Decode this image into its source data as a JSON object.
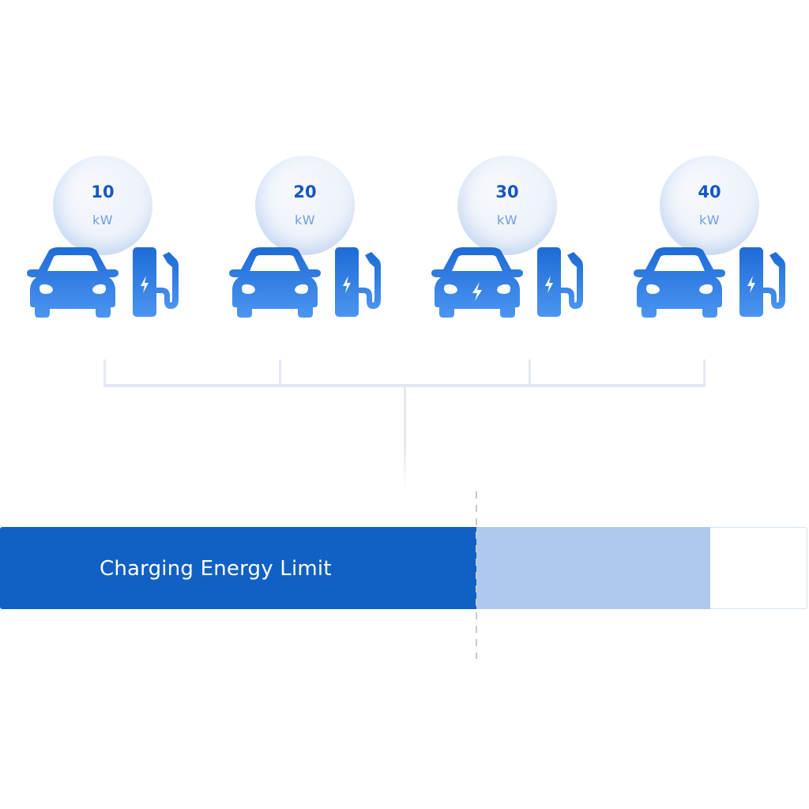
{
  "stations": [
    {
      "power_value": "10",
      "unit": "kW",
      "car_has_bolt": false
    },
    {
      "power_value": "20",
      "unit": "kW",
      "car_has_bolt": false
    },
    {
      "power_value": "30",
      "unit": "kW",
      "car_has_bolt": true
    },
    {
      "power_value": "40",
      "unit": "kW",
      "car_has_bolt": false
    }
  ],
  "limit_bar": {
    "label": "Charging Energy Limit",
    "used_fraction": 0.59,
    "available_fraction": 0.29,
    "free_fraction": 0.12
  },
  "colors": {
    "primary": "#1160c4",
    "available": "#adcaee",
    "icon_top": "#1e6bd6",
    "icon_bottom": "#4b95f0",
    "connector": "#e3e8f2",
    "value_text": "#1656c2",
    "unit_text": "#6f9ee0"
  }
}
